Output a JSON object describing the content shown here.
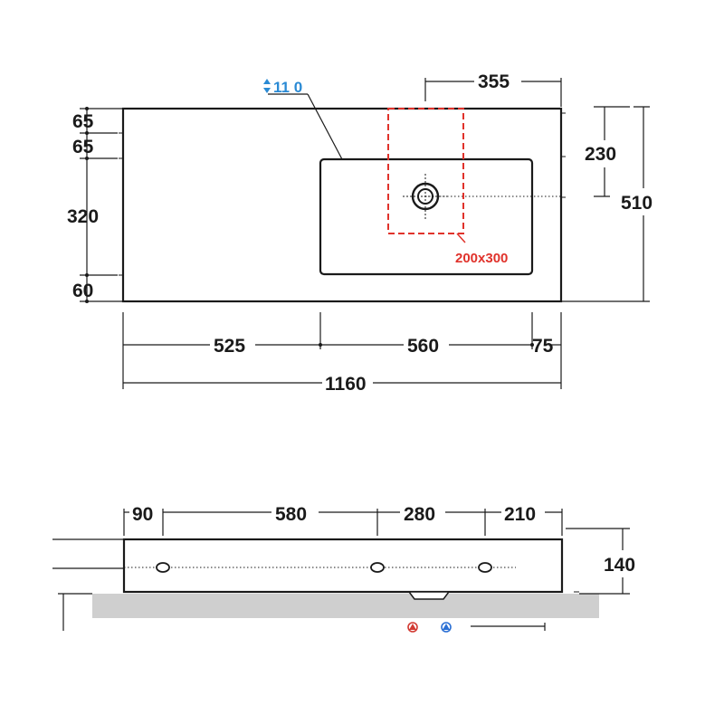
{
  "top_view": {
    "faucet_hole_note": "11 0",
    "cutout_note": "200x300",
    "dims": {
      "top_355": "355",
      "left_65_a": "65",
      "left_65_b": "65",
      "left_320": "320",
      "left_60": "60",
      "right_230": "230",
      "right_510": "510",
      "bottom_525": "525",
      "bottom_560": "560",
      "bottom_75": "75",
      "overall_1160": "1160"
    }
  },
  "front_view": {
    "dims": {
      "top_90": "90",
      "top_580": "580",
      "top_280": "280",
      "top_210": "210",
      "right_140": "140"
    }
  },
  "colors": {
    "line": "#1a1a1a",
    "cutout": "#e0322b",
    "note_blue": "#2a8ad4",
    "counter": "#cfcfcf",
    "hot_tap": "#d23a32",
    "cold_tap": "#2a6fd4"
  }
}
